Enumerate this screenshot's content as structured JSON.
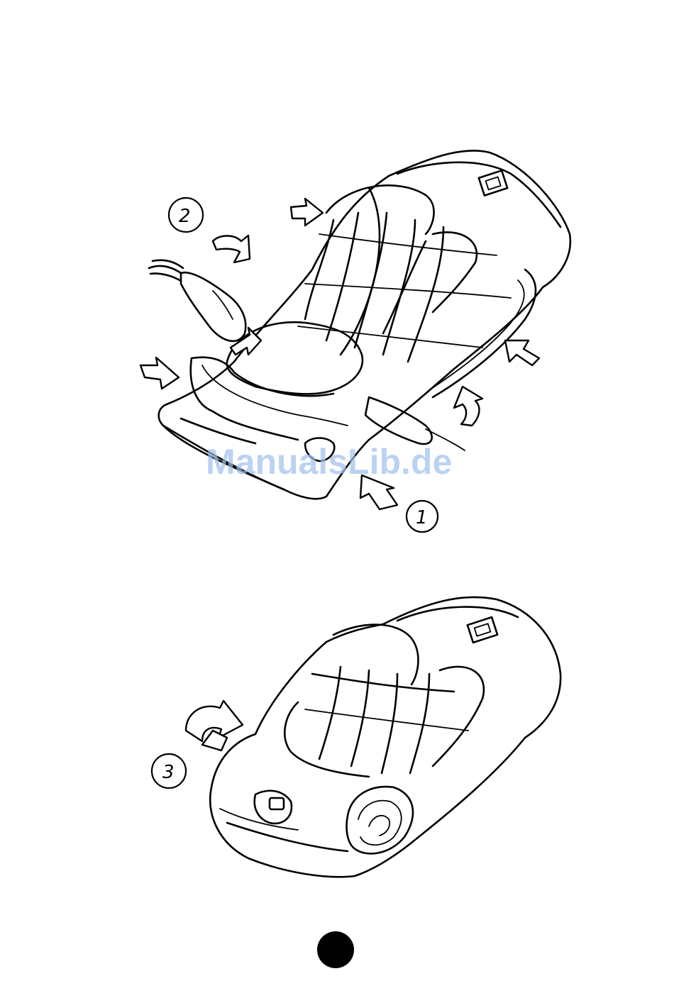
{
  "watermark": "ManualsLib.de",
  "steps": {
    "one": "1",
    "two": "2",
    "three": "3"
  }
}
